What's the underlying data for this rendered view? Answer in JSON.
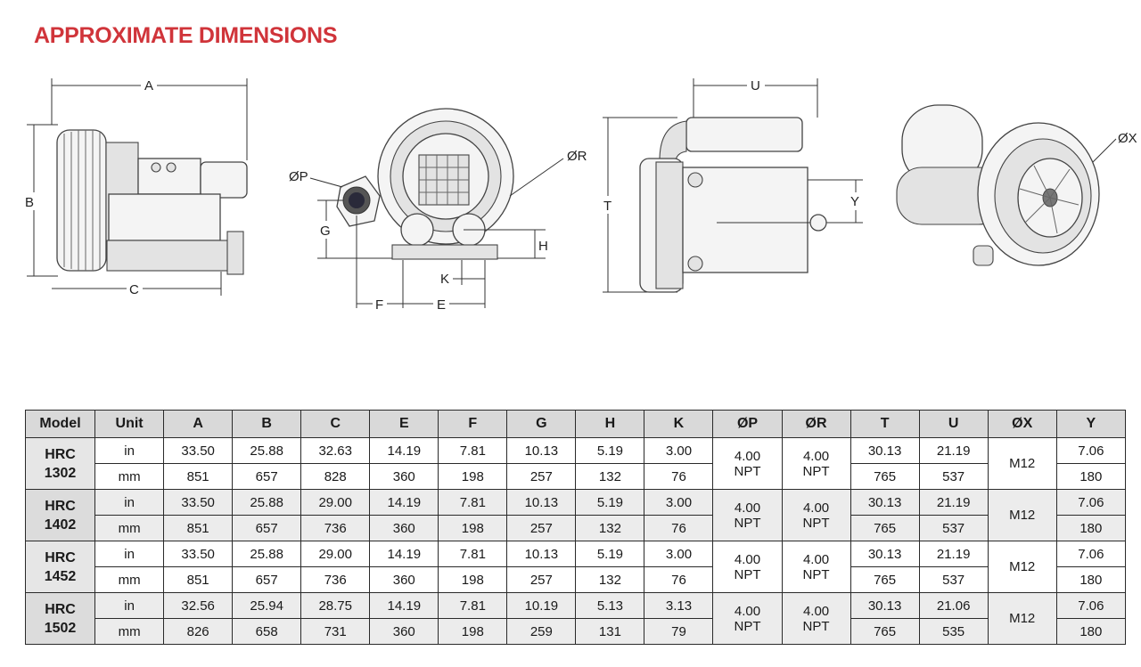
{
  "title": "APPROXIMATE DIMENSIONS",
  "drawing_labels": {
    "A": "A",
    "B": "B",
    "C": "C",
    "P": "ØP",
    "R": "ØR",
    "G": "G",
    "H": "H",
    "K": "K",
    "F": "F",
    "E": "E",
    "U": "U",
    "T": "T",
    "Y": "Y",
    "X": "ØX"
  },
  "table": {
    "columns": [
      "Model",
      "Unit",
      "A",
      "B",
      "C",
      "E",
      "F",
      "G",
      "H",
      "K",
      "ØP",
      "ØR",
      "T",
      "U",
      "ØX",
      "Y"
    ],
    "models": [
      {
        "name_line1": "HRC",
        "name_line2": "1302",
        "in": {
          "unit": "in",
          "A": "33.50",
          "B": "25.88",
          "C": "32.63",
          "E": "14.19",
          "F": "7.81",
          "G": "10.13",
          "H": "5.19",
          "K": "3.00",
          "T": "30.13",
          "U": "21.19",
          "Y": "7.06"
        },
        "mm": {
          "unit": "mm",
          "A": "851",
          "B": "657",
          "C": "828",
          "E": "360",
          "F": "198",
          "G": "257",
          "H": "132",
          "K": "76",
          "T": "765",
          "U": "537",
          "Y": "180"
        },
        "P_line1": "4.00",
        "P_line2": "NPT",
        "R_line1": "4.00",
        "R_line2": "NPT",
        "X": "M12"
      },
      {
        "name_line1": "HRC",
        "name_line2": "1402",
        "in": {
          "unit": "in",
          "A": "33.50",
          "B": "25.88",
          "C": "29.00",
          "E": "14.19",
          "F": "7.81",
          "G": "10.13",
          "H": "5.19",
          "K": "3.00",
          "T": "30.13",
          "U": "21.19",
          "Y": "7.06"
        },
        "mm": {
          "unit": "mm",
          "A": "851",
          "B": "657",
          "C": "736",
          "E": "360",
          "F": "198",
          "G": "257",
          "H": "132",
          "K": "76",
          "T": "765",
          "U": "537",
          "Y": "180"
        },
        "P_line1": "4.00",
        "P_line2": "NPT",
        "R_line1": "4.00",
        "R_line2": "NPT",
        "X": "M12"
      },
      {
        "name_line1": "HRC",
        "name_line2": "1452",
        "in": {
          "unit": "in",
          "A": "33.50",
          "B": "25.88",
          "C": "29.00",
          "E": "14.19",
          "F": "7.81",
          "G": "10.13",
          "H": "5.19",
          "K": "3.00",
          "T": "30.13",
          "U": "21.19",
          "Y": "7.06"
        },
        "mm": {
          "unit": "mm",
          "A": "851",
          "B": "657",
          "C": "736",
          "E": "360",
          "F": "198",
          "G": "257",
          "H": "132",
          "K": "76",
          "T": "765",
          "U": "537",
          "Y": "180"
        },
        "P_line1": "4.00",
        "P_line2": "NPT",
        "R_line1": "4.00",
        "R_line2": "NPT",
        "X": "M12"
      },
      {
        "name_line1": "HRC",
        "name_line2": "1502",
        "in": {
          "unit": "in",
          "A": "32.56",
          "B": "25.94",
          "C": "28.75",
          "E": "14.19",
          "F": "7.81",
          "G": "10.19",
          "H": "5.13",
          "K": "3.13",
          "T": "30.13",
          "U": "21.06",
          "Y": "7.06"
        },
        "mm": {
          "unit": "mm",
          "A": "826",
          "B": "658",
          "C": "731",
          "E": "360",
          "F": "198",
          "G": "259",
          "H": "131",
          "K": "79",
          "T": "765",
          "U": "535",
          "Y": "180"
        },
        "P_line1": "4.00",
        "P_line2": "NPT",
        "R_line1": "4.00",
        "R_line2": "NPT",
        "X": "M12"
      }
    ]
  }
}
